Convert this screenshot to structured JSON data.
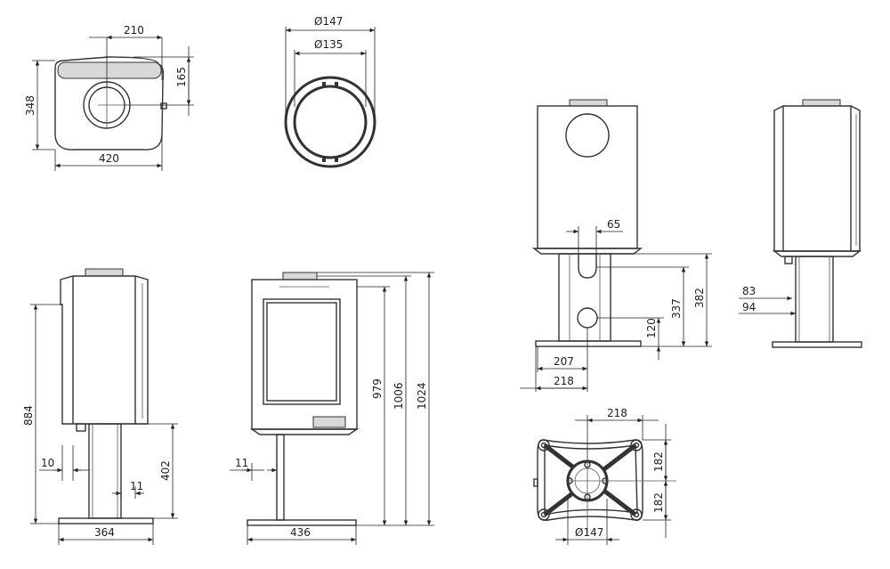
{
  "colors": {
    "line": "#333333",
    "dimension": "#222222",
    "fill": "#d8d8d8",
    "background": "#ffffff"
  },
  "top_view": {
    "d210": "210",
    "d165": "165",
    "d348": "348",
    "d420": "420"
  },
  "flue_ring": {
    "d147": "Ø147",
    "d135": "Ø135"
  },
  "side_view": {
    "d884": "884",
    "d10": "10",
    "d11": "11",
    "d402": "402",
    "d364": "364"
  },
  "front_view": {
    "d979": "979",
    "d1006": "1006",
    "d1024": "1024",
    "d11": "11",
    "d436": "436"
  },
  "rear_view": {
    "d65": "65",
    "d382": "382",
    "d337": "337",
    "d120": "120",
    "d207": "207",
    "d218": "218"
  },
  "right_view": {
    "d83": "83",
    "d94": "94"
  },
  "base_view": {
    "d218": "218",
    "d182a": "182",
    "d182b": "182",
    "d147": "Ø147"
  }
}
